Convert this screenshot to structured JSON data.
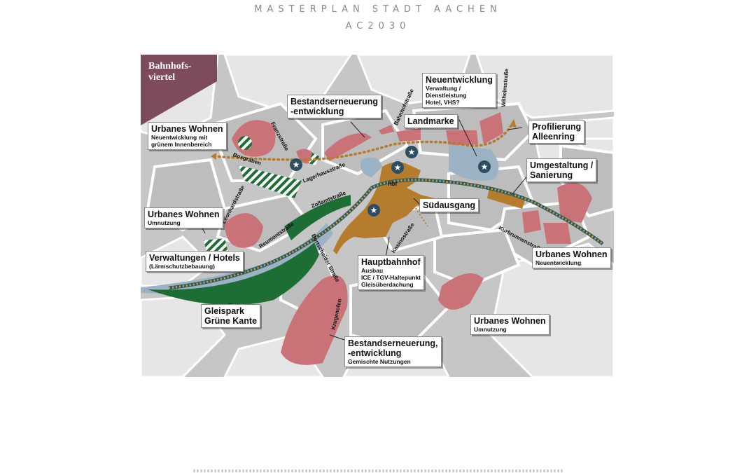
{
  "header": {
    "title": "MASTERPLAN STADT AACHEN",
    "subtitle": "AC2030"
  },
  "badge": {
    "text": "Bahnhofs-\nviertel",
    "color": "#7d4b5a"
  },
  "colors": {
    "pink": "#c97378",
    "blue": "#9bb3c4",
    "green": "#1d6e35",
    "ochre": "#b57c2e",
    "block": "#bcbcbc",
    "street": "#ffffff"
  },
  "labels": [
    {
      "id": "urbanes-wohnen-1",
      "title": "Urbanes Wohnen",
      "sub": "Neuentwicklung mit\ngrünem Innenbereich"
    },
    {
      "id": "bestand-1",
      "title": "Bestandserneuerung\n-entwicklung",
      "sub": ""
    },
    {
      "id": "neuentwicklung",
      "title": "Neuentwicklung",
      "sub": "Verwaltung /\nDienstleistung\nHotel, VHS?"
    },
    {
      "id": "landmarke",
      "title": "Landmarke",
      "sub": ""
    },
    {
      "id": "profilierung",
      "title": "Profilierung\nAlleenring",
      "sub": ""
    },
    {
      "id": "umgestaltung",
      "title": "Umgestaltung /\nSanierung",
      "sub": ""
    },
    {
      "id": "suedausgang",
      "title": "Südausgang",
      "sub": ""
    },
    {
      "id": "urbanes-wohnen-2",
      "title": "Urbanes Wohnen",
      "sub": "Umnutzung"
    },
    {
      "id": "verwaltungen",
      "title": "Verwaltungen / Hotels",
      "sub": "(Lärmschutzbebauung)"
    },
    {
      "id": "hauptbahnhof",
      "title": "Hauptbahnhof",
      "sub": "Ausbau\nICE / TGV-Haltepunkt\nGleisüberdachung"
    },
    {
      "id": "urbanes-wohnen-3",
      "title": "Urbanes Wohnen",
      "sub": "Neuentwicklung"
    },
    {
      "id": "gleispark",
      "title": "Gleispark\nGrüne Kante",
      "sub": ""
    },
    {
      "id": "urbanes-wohnen-4",
      "title": "Urbanes Wohnen",
      "sub": "Umnutzung"
    },
    {
      "id": "bestand-2",
      "title": "Bestandserneuerung,\n-entwicklung",
      "sub": "Gemischte Nutzungen"
    }
  ],
  "streets": [
    "Franzstraße",
    "Boxgraben",
    "Lagerhausstraße",
    "Bahnhofstraße",
    "Wilhelmstraße",
    "Zollamtstraße",
    "Leonhardstraße",
    "Reumontstraße",
    "Burtscheider Straße",
    "Kasinostraße",
    "Kurbrunnenstraße",
    "Krugenofen"
  ],
  "hbf_label": "Hbf"
}
